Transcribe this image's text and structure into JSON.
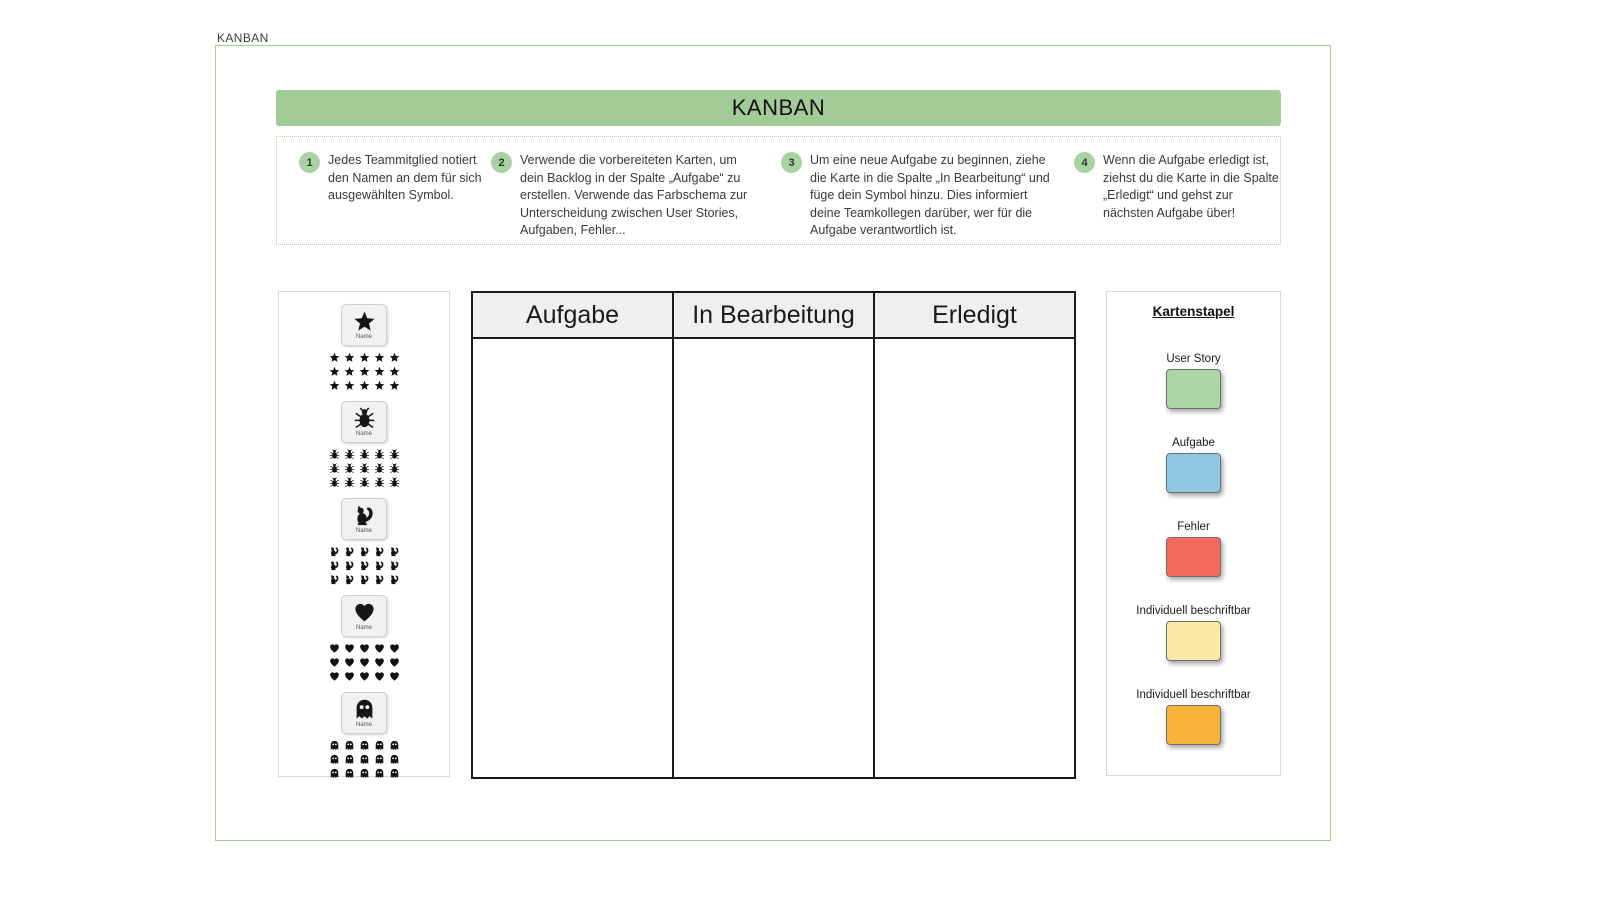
{
  "page": {
    "frame_label": "KANBAN"
  },
  "header": {
    "title": "KANBAN"
  },
  "colors": {
    "title_bar_green": "#a3cb97",
    "badge_green": "#a7d2a2",
    "frame_border_green": "#a6cc95",
    "table_header_bg": "#efefef"
  },
  "instructions": [
    {
      "number": "1",
      "text": "Jedes Teammitglied notiert den Namen an dem für sich ausgewählten Symbol."
    },
    {
      "number": "2",
      "text": "Verwende die vorbereiteten Karten, um dein Backlog in der Spalte „Aufgabe“ zu erstellen. Verwende das Farbschema zur Unterscheidung zwischen User Stories, Aufgaben, Fehler..."
    },
    {
      "number": "3",
      "text": "Um eine neue Aufgabe zu beginnen, ziehe die Karte in die Spalte „In Bearbeitung“ und füge dein Symbol hinzu. Dies informiert deine Teamkollegen darüber, wer für die Aufgabe verantwortlich ist."
    },
    {
      "number": "4",
      "text": "Wenn die Aufgabe erledigt ist, ziehst du die Karte in die Spalte „Erledigt“ und gehst zur nächsten Aufgabe über!"
    }
  ],
  "symbols_panel": {
    "groups": [
      {
        "icon": "star-icon",
        "label": "Name"
      },
      {
        "icon": "bug-icon",
        "label": "Name"
      },
      {
        "icon": "squirrel-icon",
        "label": "Name"
      },
      {
        "icon": "heart-icon",
        "label": "Name"
      },
      {
        "icon": "ghost-icon",
        "label": "Name"
      }
    ]
  },
  "board": {
    "columns": [
      {
        "label": "Aufgabe"
      },
      {
        "label": "In Bearbeitung"
      },
      {
        "label": "Erledigt"
      }
    ]
  },
  "card_stack": {
    "title": "Kartenstapel",
    "cards": [
      {
        "label": "User Story",
        "color": "#abd6a6"
      },
      {
        "label": "Aufgabe",
        "color": "#8fc8e0"
      },
      {
        "label": "Fehler",
        "color": "#f4685e"
      },
      {
        "label": "Individuell beschriftbar",
        "color": "#fbe9a6"
      },
      {
        "label": "Individuell beschriftbar",
        "color": "#f6b338"
      }
    ]
  }
}
